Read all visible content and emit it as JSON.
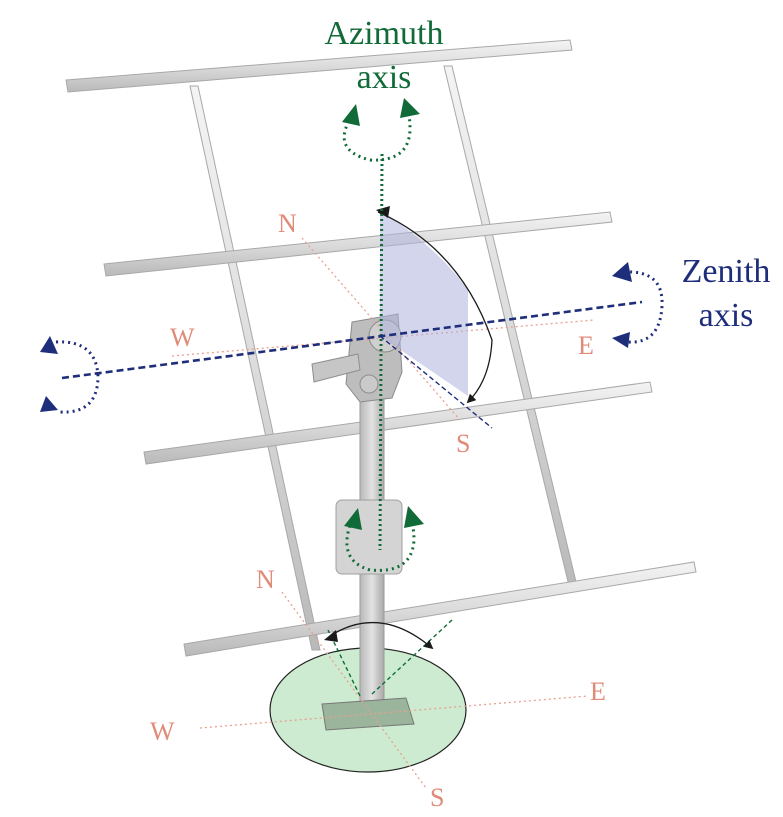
{
  "azimuth_axis": {
    "line1": "Azimuth",
    "line2": "axis",
    "color": "#116b38"
  },
  "zenith_axis": {
    "line1": "Zenith",
    "line2": "axis",
    "color": "#1f2e7a"
  },
  "upper_compass": {
    "north": "N",
    "south": "S",
    "west": "W",
    "east": "E"
  },
  "ground_compass": {
    "north": "N",
    "south": "S",
    "west": "W",
    "east": "E"
  },
  "colors": {
    "compass_text": "#e08a78",
    "compass_line": "#e8a090",
    "frame": "#d6d6d6",
    "zenith_wedge": "#aeb3dc",
    "ground_disc": "#cdebd0",
    "arc": "#1a1a1a"
  }
}
